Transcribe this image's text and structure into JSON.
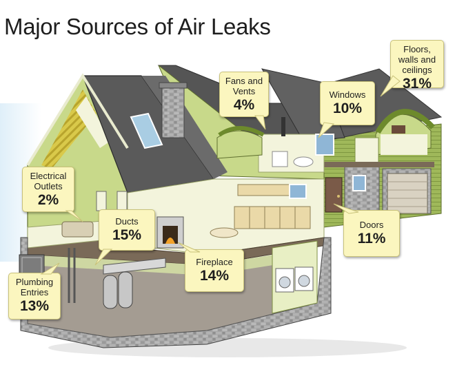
{
  "title": "Major Sources of Air Leaks",
  "callouts": [
    {
      "id": "floors",
      "label_lines": [
        "Floors,",
        "walls and",
        "ceilings"
      ],
      "value": "31%"
    },
    {
      "id": "fans",
      "label_lines": [
        "Fans and",
        "Vents"
      ],
      "value": "4%"
    },
    {
      "id": "windows",
      "label_lines": [
        "Windows"
      ],
      "value": "10%"
    },
    {
      "id": "electrical",
      "label_lines": [
        "Electrical",
        "Outlets"
      ],
      "value": "2%"
    },
    {
      "id": "ducts",
      "label_lines": [
        "Ducts"
      ],
      "value": "15%"
    },
    {
      "id": "doors",
      "label_lines": [
        "Doors"
      ],
      "value": "11%"
    },
    {
      "id": "fireplace",
      "label_lines": [
        "Fireplace"
      ],
      "value": "14%"
    },
    {
      "id": "plumbing",
      "label_lines": [
        "Plumbing",
        "Entries"
      ],
      "value": "13%"
    }
  ],
  "colors": {
    "callout_bg": "#fbf6bf",
    "roof": "#5b5b5b",
    "wall_green": "#c8d98a",
    "wall_dark": "#8ea450",
    "stone": "#9e9e9e",
    "floor": "#7a6a58",
    "interior": "#f3f4dc"
  }
}
